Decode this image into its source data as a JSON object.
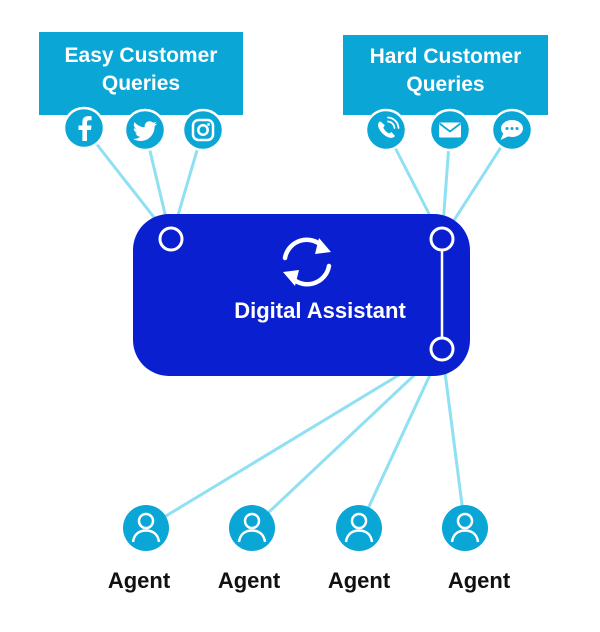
{
  "easy_queries": {
    "line1": "Easy Customer",
    "line2": "Queries",
    "channels": [
      "facebook-icon",
      "twitter-icon",
      "instagram-icon"
    ]
  },
  "hard_queries": {
    "line1": "Hard Customer",
    "line2": "Queries",
    "channels": [
      "phone-icon",
      "email-icon",
      "chat-icon"
    ]
  },
  "assistant": {
    "label": "Digital Assistant",
    "icon": "refresh-cycle-icon"
  },
  "agents": [
    {
      "label": "Agent",
      "icon": "user-icon"
    },
    {
      "label": "Agent",
      "icon": "user-icon"
    },
    {
      "label": "Agent",
      "icon": "user-icon"
    },
    {
      "label": "Agent",
      "icon": "user-icon"
    }
  ],
  "colors": {
    "box_cyan": "#0aa6d6",
    "assistant_blue": "#0a1fd0",
    "connector": "#8fe0f2",
    "text_dark": "#111111"
  }
}
